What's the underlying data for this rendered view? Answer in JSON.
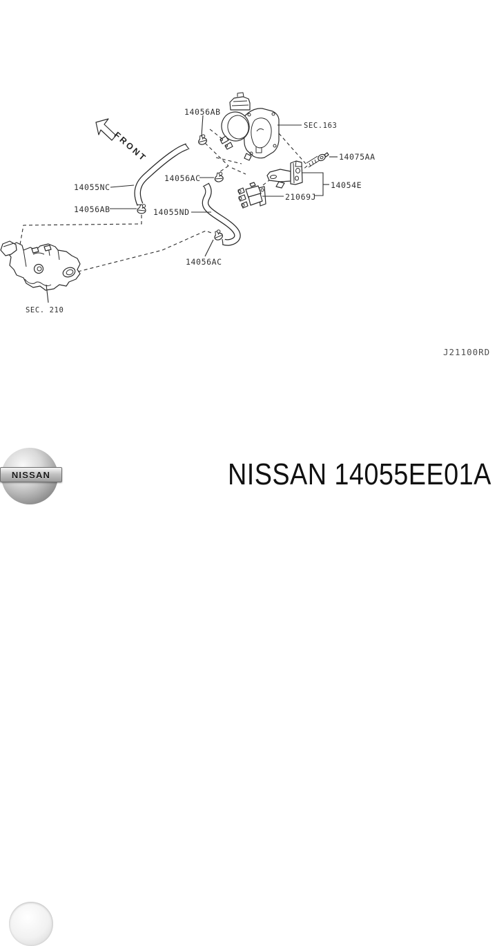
{
  "diagram": {
    "front_label": "FRONT",
    "drawing_code": "J21100RD",
    "section_refs": {
      "throttle_body": "SEC.163",
      "water_outlet": "SEC. 210"
    },
    "part_labels": {
      "clamp_ab_top": "14056AB",
      "clamp_ab_bottom": "14056AB",
      "clamp_ac_top": "14056AC",
      "clamp_ac_bottom": "14056AC",
      "hose_nc": "14055NC",
      "hose_nd": "14055ND",
      "bolt": "14075AA",
      "bracket": "14054E",
      "valve": "21069J"
    }
  },
  "footer": {
    "logo_text": "NISSAN",
    "caption": "NISSAN 14055EE01A"
  },
  "colors": {
    "line": "#2b2b2b",
    "label": "#2d2d2d",
    "code": "#4e4e4e",
    "caption": "#111111",
    "background": "#ffffff"
  }
}
